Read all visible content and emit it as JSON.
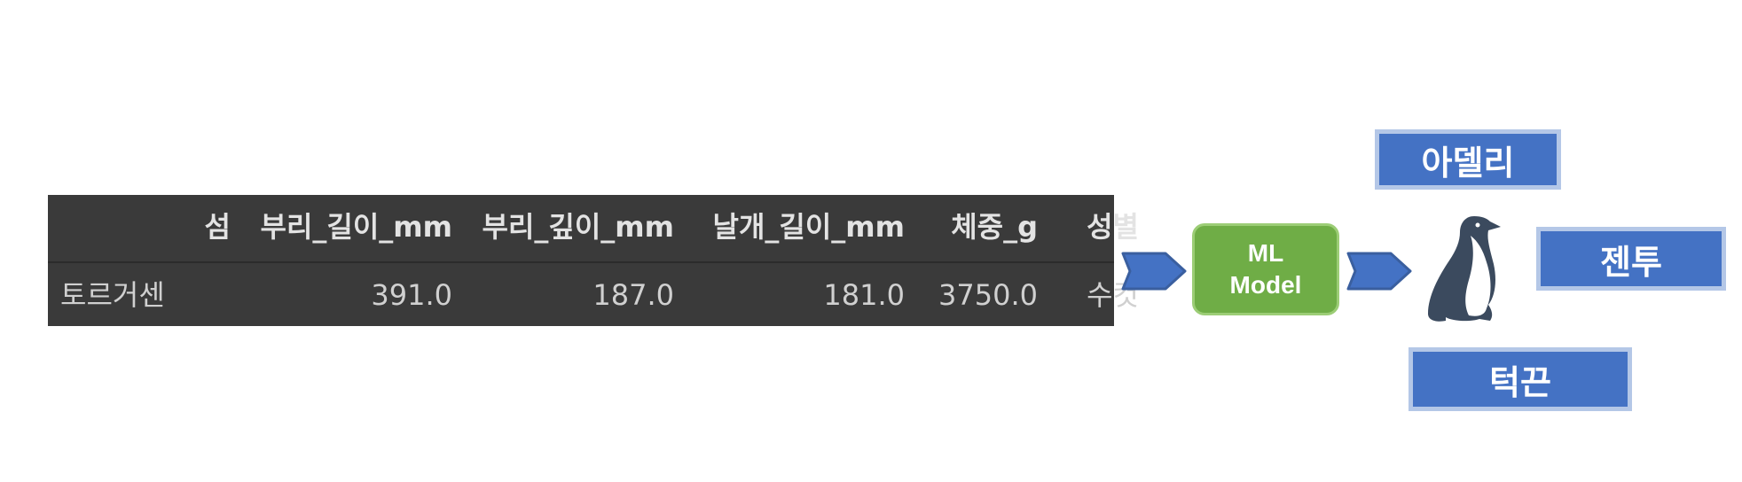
{
  "table": {
    "headers": [
      "섬",
      "부리_길이_mm",
      "부리_깊이_mm",
      "날개_길이_mm",
      "체중_g",
      "성별"
    ],
    "rows": [
      [
        "토르거센",
        "391.0",
        "187.0",
        "181.0",
        "3750.0",
        "수컷"
      ]
    ]
  },
  "model": {
    "line1": "ML",
    "line2": "Model"
  },
  "classes": {
    "adelie": "아델리",
    "gentoo": "젠투",
    "chinstrap": "턱끈"
  },
  "colors": {
    "table_bg": "#3a3a3a",
    "model_green": "#6fad46",
    "label_blue": "#4472c4",
    "label_border": "#b4c7e7",
    "penguin": "#3b4a5e"
  },
  "icons": {
    "penguin": "penguin-icon"
  }
}
